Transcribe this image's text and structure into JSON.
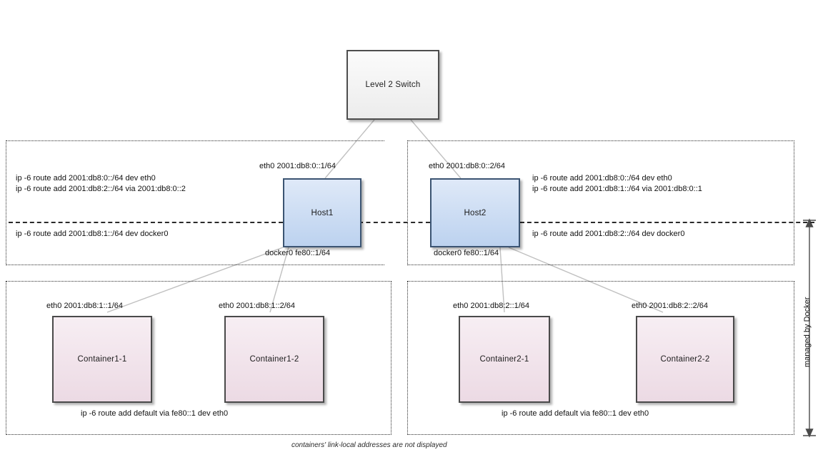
{
  "diagram": {
    "caption": "containers' link-local addresses are not displayed",
    "side_label": "managed by Docker",
    "colors": {
      "switch_fill": "#ececec",
      "host_fill": "#bcd2ef",
      "container_fill": "#ecdae4",
      "border": "#555555",
      "line": "#b8b8b8"
    }
  },
  "switch": {
    "label": "Level 2 Switch"
  },
  "hosts": [
    {
      "name": "Host1",
      "eth0_label": "eth0 2001:db8:0::1/64",
      "docker0_label": "docker0 fe80::1/64",
      "routes_upper": [
        "ip -6 route add 2001:db8:0::/64 dev eth0",
        "ip -6 route add 2001:db8:2::/64 via  2001:db8:0::2"
      ],
      "routes_lower": [
        "ip -6 route add 2001:db8:1::/64 dev docker0"
      ]
    },
    {
      "name": "Host2",
      "eth0_label": "eth0 2001:db8:0::2/64",
      "docker0_label": "docker0 fe80::1/64",
      "routes_upper": [
        "ip -6 route add 2001:db8:0::/64 dev eth0",
        "ip -6 route add 2001:db8:1::/64 via  2001:db8:0::1"
      ],
      "routes_lower": [
        "ip -6 route add 2001:db8:2::/64 dev docker0"
      ]
    }
  ],
  "containers": [
    {
      "name": "Container1-1",
      "eth0_label": "eth0 2001:db8:1::1/64"
    },
    {
      "name": "Container1-2",
      "eth0_label": "eth0 2001:db8:1::2/64"
    },
    {
      "name": "Container2-1",
      "eth0_label": "eth0 2001:db8:2::1/64"
    },
    {
      "name": "Container2-2",
      "eth0_label": "eth0 2001:db8:2::2/64"
    }
  ],
  "container_routes": [
    "ip -6 route add default via fe80::1 dev eth0",
    "ip -6 route add default via fe80::1 dev eth0"
  ]
}
